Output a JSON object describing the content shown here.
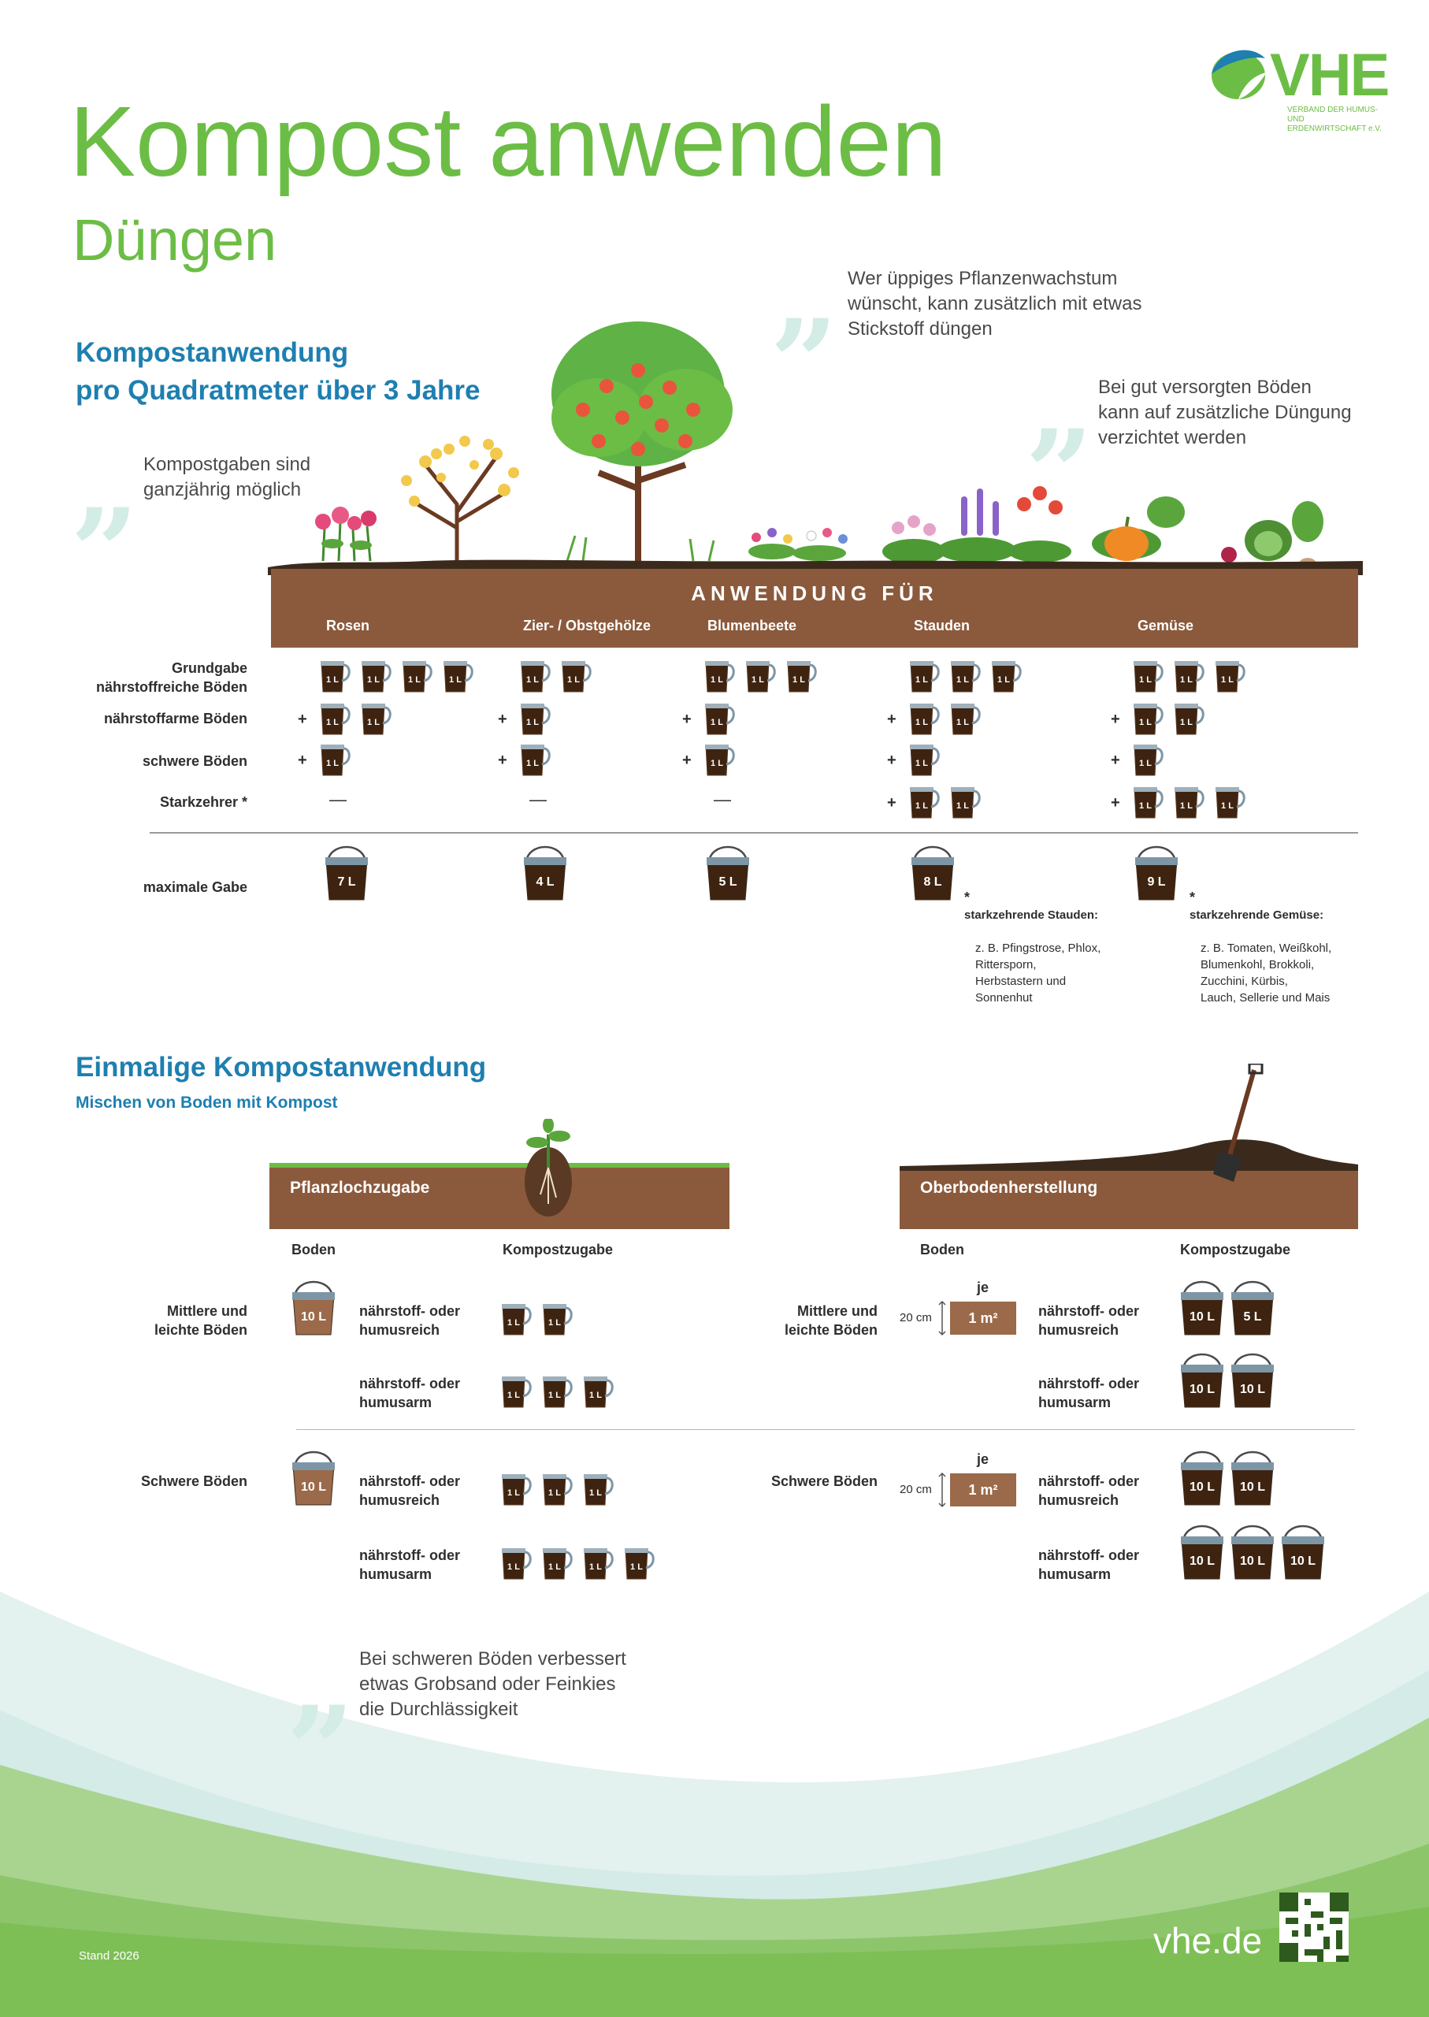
{
  "header": {
    "title": "Kompost anwenden",
    "subtitle": "Düngen"
  },
  "logo": {
    "text": "VHE",
    "tagline": "VERBAND DER HUMUS- UND\nERDENWIRTSCHAFT e.V."
  },
  "quotes": {
    "q1": "Wer üppiges Pflanzenwachstum\nwünscht, kann zusätzlich mit etwas\nStickstoff düngen",
    "q2": "Bei gut versorgten Böden\nkann auf zusätzliche Düngung\nverzichtet werden",
    "q3": "Kompostgaben sind\nganzjährig möglich",
    "q4": "Bei schweren Böden verbessert\netwas Grobsand oder Feinkies\ndie Durchlässigkeit"
  },
  "section1": {
    "heading": "Kompostanwendung\npro Quadratmeter über 3 Jahre",
    "band_title": "ANWENDUNG FÜR",
    "columns": [
      "Rosen",
      "Zier- / Obstgehölze",
      "Blumenbeete",
      "Stauden",
      "Gemüse"
    ],
    "rows": {
      "grundgabe": "Grundgabe\nnährstoffreiche Böden",
      "naehrstoffarm": "nährstoffarme Böden",
      "schwer": "schwere Böden",
      "starkzehrer": "Starkzehrer *",
      "maximal": "maximale Gabe"
    },
    "cup_label": "1 L",
    "dash": "—",
    "plus": "+",
    "max_gabe": [
      "7 L",
      "4 L",
      "5 L",
      "8 L",
      "9 L"
    ],
    "counts": {
      "grundgabe": [
        4,
        2,
        3,
        3,
        3
      ],
      "naehrstoffarm": [
        2,
        1,
        1,
        2,
        2
      ],
      "schwer": [
        1,
        1,
        1,
        1,
        1
      ],
      "starkzehrer": [
        0,
        0,
        0,
        2,
        3
      ]
    },
    "note_stauden_title": "starkzehrende Stauden:",
    "note_stauden_body": "z. B. Pfingstrose, Phlox,\nRittersporn,\nHerbstastern und\nSonnenhut",
    "note_gemuese_title": "starkzehrende Gemüse:",
    "note_gemuese_body": "z. B. Tomaten, Weißkohl,\nBlumenkohl, Brokkoli,\nZucchini, Kürbis,\nLauch, Sellerie und Mais",
    "asterisk": "*"
  },
  "section2": {
    "heading": "Einmalige Kompostanwendung",
    "subheading": "Mischen von Boden mit Kompost",
    "left_band": "Pflanzlochzugabe",
    "right_band": "Oberbodenherstellung",
    "col_boden": "Boden",
    "col_kompost": "Kompostzugabe",
    "soil_mittel": "Mittlere und\nleichte Böden",
    "soil_schwer": "Schwere Böden",
    "reich": "nährstoff- oder\nhumusreich",
    "arm": "nährstoff- oder\nhumusarm",
    "bucket_10": "10 L",
    "bucket_5": "5 L",
    "je": "je",
    "m2": "1 m²",
    "depth": "20 cm",
    "left_cups": {
      "mittel_reich": 2,
      "mittel_arm": 3,
      "schwer_reich": 3,
      "schwer_arm": 4
    },
    "right_buckets": {
      "mittel_reich": [
        "10 L",
        "5 L"
      ],
      "mittel_arm": [
        "10 L",
        "10 L"
      ],
      "schwer_reich": [
        "10 L",
        "10 L"
      ],
      "schwer_arm": [
        "10 L",
        "10 L",
        "10 L"
      ]
    }
  },
  "footer": {
    "stand": "Stand 2026",
    "url": "vhe.de"
  },
  "colors": {
    "green": "#6cbd45",
    "blue": "#1e7fb0",
    "soil": "#8b5a3c",
    "soil_dark": "#3b2a1c",
    "compost": "#3e2410",
    "quote": "#d3ece6"
  }
}
